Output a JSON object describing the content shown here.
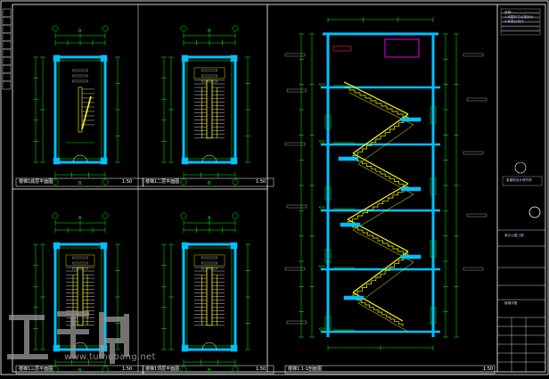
{
  "drawing": {
    "views": [
      {
        "id": "plan-1",
        "title": "楼梯1底层平面图",
        "scale": "1:50"
      },
      {
        "id": "plan-2",
        "title": "楼梯1二层平面图",
        "scale": "1:50"
      },
      {
        "id": "plan-3",
        "title": "楼梯1三层平面图",
        "scale": "1:50"
      },
      {
        "id": "plan-4",
        "title": "楼梯1顶层平面图",
        "scale": "1:50"
      },
      {
        "id": "section",
        "title": "楼梯1 1-1剖面图",
        "scale": "1:50"
      }
    ],
    "dim_a": "A",
    "dim_b": "B"
  },
  "title_block": {
    "company": "某建筑设计研究院",
    "project": "某办公楼工程",
    "sheet": "楼梯详图",
    "notes": [
      "说明：",
      "1.本图尺寸以毫米计",
      "2.标高以米计"
    ]
  },
  "watermark": {
    "logo_text": "土木帮",
    "url": "www.tumubang.net"
  },
  "colors": {
    "background": "#000000",
    "border": "#ffffff",
    "dimension": "#00ff00",
    "wall": "#00c0ff",
    "stair": "#ffff00",
    "tag": "#ff00ff",
    "axis": "#ff3030"
  }
}
